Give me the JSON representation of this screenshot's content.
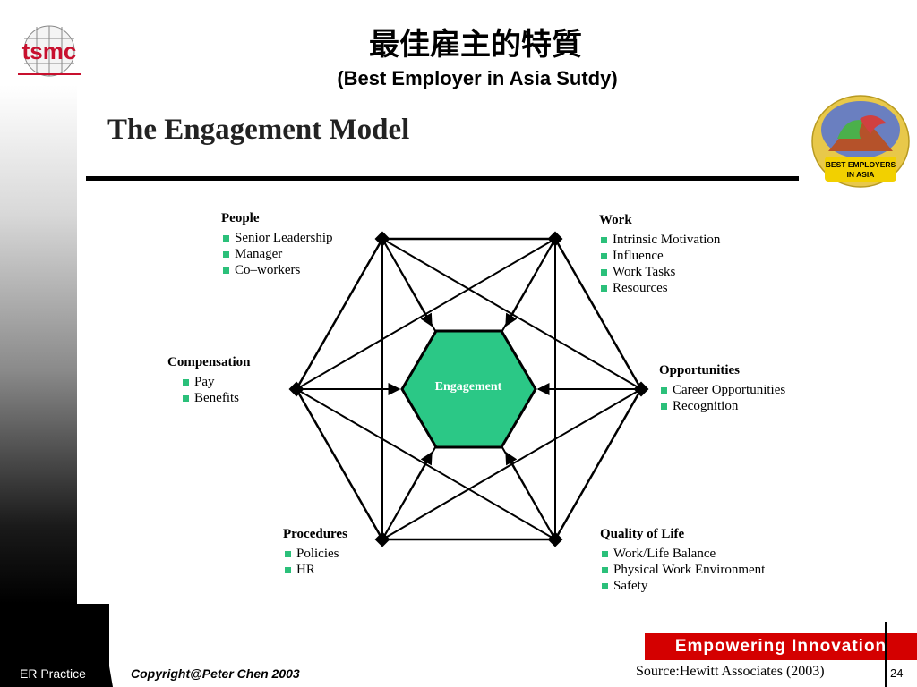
{
  "header": {
    "title_zh": "最佳雇主的特質",
    "title_en": "(Best Employer in Asia Sutdy)"
  },
  "logo": {
    "text": "tsmc"
  },
  "badge": {
    "line1": "BEST EMPLOYERS",
    "line2": "IN ASIA"
  },
  "slide": {
    "model_title": "The Engagement Model",
    "center_label": "Engagement",
    "groups": {
      "people": {
        "title": "People",
        "items": [
          "Senior Leadership",
          "Manager",
          "Co–workers"
        ]
      },
      "work": {
        "title": "Work",
        "items": [
          "Intrinsic Motivation",
          "Influence",
          "Work Tasks",
          "Resources"
        ]
      },
      "compensation": {
        "title": "Compensation",
        "items": [
          "Pay",
          "Benefits"
        ]
      },
      "opportunities": {
        "title": "Opportunities",
        "items": [
          "Career Opportunities",
          "Recognition"
        ]
      },
      "procedures": {
        "title": "Procedures",
        "items": [
          "Policies",
          "HR"
        ]
      },
      "quality": {
        "title": "Quality of Life",
        "items": [
          "Work/Life Balance",
          "Physical Work Environment",
          "Safety"
        ]
      }
    }
  },
  "footer": {
    "section": "ER Practice",
    "copyright": "Copyright@Peter Chen 2003",
    "source": "Source:Hewitt Associates  (2003)",
    "page_number": "24",
    "banner": "Empowering Innovation"
  },
  "colors": {
    "accent_green": "#2bc07a",
    "banner_red": "#d40000",
    "logo_red": "#c8102e"
  }
}
